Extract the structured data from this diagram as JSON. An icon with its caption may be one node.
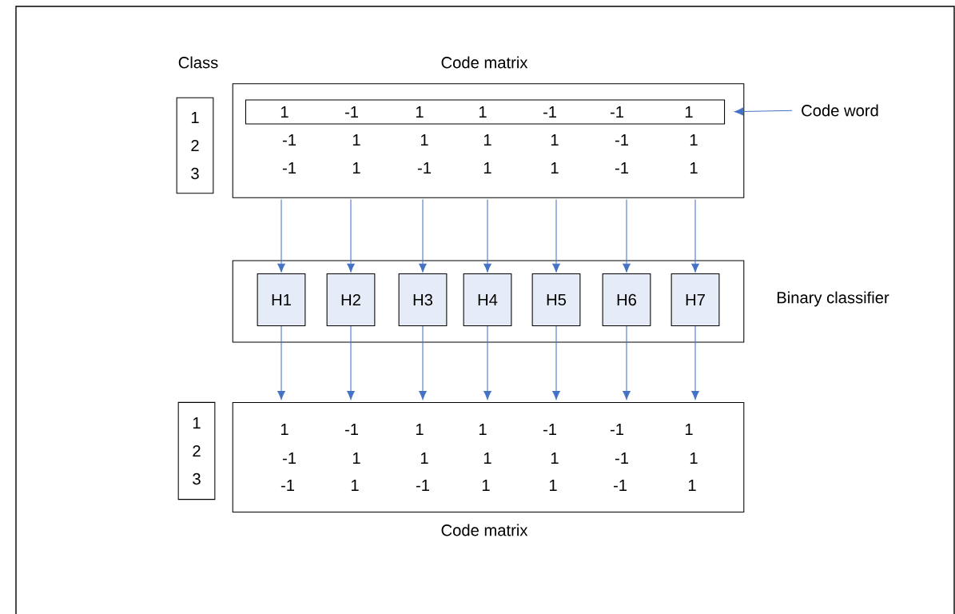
{
  "diagram": {
    "nodes": [
      {
        "text": [
          "Class",
          "1",
          "2",
          "3"
        ]
      },
      {
        "text": [
          "Code matrix",
          "-1",
          "1",
          "1",
          "1",
          "1",
          "-1",
          "1",
          "-1",
          "1",
          "-1",
          "1",
          "1",
          "-1",
          "1"
        ]
      },
      {
        "text": [
          "1",
          "-1",
          "1",
          "1",
          "-1",
          "-1",
          "1"
        ],
        "in": 1
      },
      {
        "text": [
          "Code word"
        ]
      },
      {
        "text": [],
        "shape": "box",
        "beside": [
          "Binary classifier"
        ]
      },
      {
        "text": [
          "H1"
        ],
        "in": 4
      },
      {
        "text": [
          "H2"
        ],
        "in": 4
      },
      {
        "text": [
          "H3"
        ],
        "in": 4
      },
      {
        "text": [
          "H4"
        ],
        "in": 4
      },
      {
        "text": [
          "H5"
        ],
        "in": 4
      },
      {
        "text": [
          "H6"
        ],
        "in": 4
      },
      {
        "text": [
          "H7"
        ],
        "in": 4
      },
      {
        "text": [
          "1",
          "2",
          "3"
        ]
      },
      {
        "text": [
          "Code matrix",
          "1",
          "-1",
          "1",
          "1",
          "-1",
          "-1",
          "1",
          "-1",
          "1",
          "1",
          "1",
          "1",
          "-1",
          "1",
          "-1",
          "1",
          "-1",
          "1",
          "1",
          "-1",
          "1"
        ]
      }
    ],
    "edges": [
      {
        "from": 3,
        "to": 2,
        "arrow": "to"
      },
      {
        "from": 1,
        "to": 5,
        "arrow": "to"
      },
      {
        "from": 1,
        "to": 6,
        "arrow": "to"
      },
      {
        "from": 1,
        "to": 7,
        "arrow": "to"
      },
      {
        "from": 1,
        "to": 8,
        "arrow": "to"
      },
      {
        "from": 1,
        "to": 9,
        "arrow": "to"
      },
      {
        "from": 1,
        "to": 10,
        "arrow": "to"
      },
      {
        "from": 1,
        "to": 11,
        "arrow": "to"
      },
      {
        "from": 5,
        "to": 13,
        "arrow": "to"
      },
      {
        "from": 6,
        "to": 13,
        "arrow": "to"
      },
      {
        "from": 7,
        "to": 13,
        "arrow": "to"
      },
      {
        "from": 8,
        "to": 13,
        "arrow": "to"
      },
      {
        "from": 9,
        "to": 13,
        "arrow": "to"
      },
      {
        "from": 10,
        "to": 13,
        "arrow": "to"
      },
      {
        "from": 11,
        "to": 13,
        "arrow": "to"
      }
    ]
  }
}
